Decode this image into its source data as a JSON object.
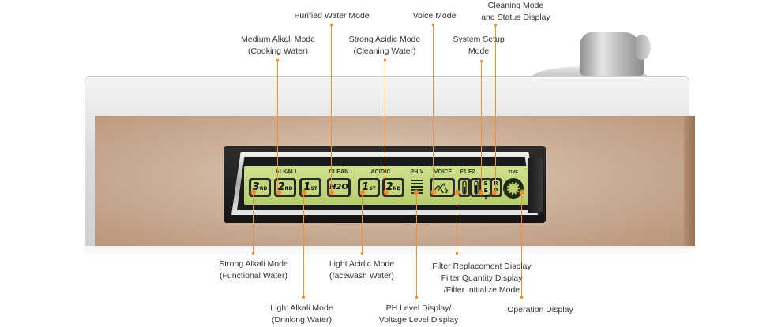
{
  "labels": {
    "purified_water": "Purified Water Mode",
    "voice": "Voice Mode",
    "cleaning_status_1": "Cleaning Mode",
    "cleaning_status_2": "and Status Display",
    "medium_alkali_1": "Medium Alkali Mode",
    "medium_alkali_2": "(Cooking Water)",
    "strong_acidic_1": "Strong Acidic Mode",
    "strong_acidic_2": "(Cleaning Water)",
    "system_setup_1": "System Setup",
    "system_setup_2": "Mode",
    "strong_alkali_1": "Strong Alkali Mode",
    "strong_alkali_2": "(Functional Water)",
    "light_acidic_1": "Light Acidic Mode",
    "light_acidic_2": "(facewash Water)",
    "filter_1": "Filter Replacement Display",
    "filter_2": "Filter Quantity Display",
    "filter_3": "/Filter Initialize Mode",
    "light_alkali_1": "Light Alkali Mode",
    "light_alkali_2": "(Drinking Water)",
    "ph_level_1": "PH Level Display/",
    "ph_level_2": "Voltage Level Display",
    "operation": "Operation Display"
  },
  "lcd": {
    "alkali": "ALKALI",
    "clean": "CLEAN",
    "acidic": "ACIDIC",
    "ph_v": "PH|V",
    "voice": "VOICE",
    "f1f2": "F1  F2",
    "time": "TIME",
    "key_3rd": "3",
    "key_3rd_sub": "RD",
    "key_2nd_a": "2",
    "key_2nd_a_sub": "ND",
    "key_1st_a": "1",
    "key_1st_a_sub": "ST",
    "key_h2o": "H2O",
    "key_1st_b": "1",
    "key_1st_b_sub": "ST",
    "key_2nd_b": "2",
    "key_2nd_b_sub": "ND",
    "key_set": "S E T",
    "key_rp": "R P"
  },
  "colors": {
    "callout": "#f0913a",
    "lcd": "#c3d67c",
    "panel": "#cdb19a"
  }
}
